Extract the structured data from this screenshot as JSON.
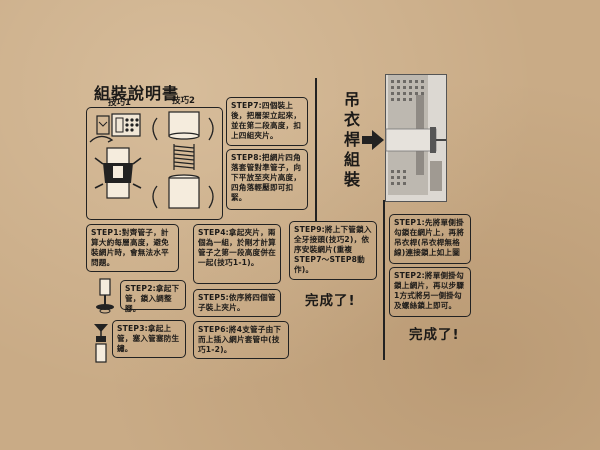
{
  "title": "組裝說明書",
  "technique_1": "技巧1",
  "technique_2": "技巧2",
  "steps_left": {
    "step1": "STEP1:對齊管子，計算大約每層高度，避免裝網片時，會無法水平問題。",
    "step2": "STEP2:拿起下管，鎖入調整腳。",
    "step3": "STEP3:拿起上管，塞入管塞防生鏽。",
    "step4": "STEP4:拿起夾片，兩個為一組，於剛才計算管子之第一段高度併在一起(技巧1-1)。",
    "step5": "STEP5:依序將四個管子裝上夾片。",
    "step6": "STEP6:將4支管子由下而上插入網片套管中(技巧1-2)。",
    "step7": "STEP7:四個裝上後，把層架立起來，並在第二段高度，扣上四組夾片。",
    "step8": "STEP8:把網片四角落套管對準管子，向下平放至夾片高度，四角落輕壓即可扣緊。",
    "step9": "STEP9:將上下管鎖入全牙接頭(技巧2)，依序安裝網片(重複STEP7～STEP8動作)。"
  },
  "done_left": "完成了!",
  "hanger_title": "吊衣桿組裝",
  "hanger_steps": {
    "step1": "STEP1:先將單側掛勾鎖在網片上，再將吊衣桿(吊衣桿無格線)連接鎖上如上圖",
    "step2": "STEP2:將單側掛勾鎖上網片，再以步驟1方式將另一側掛勾及螺絲鎖上即可。"
  },
  "done_right": "完成了!"
}
